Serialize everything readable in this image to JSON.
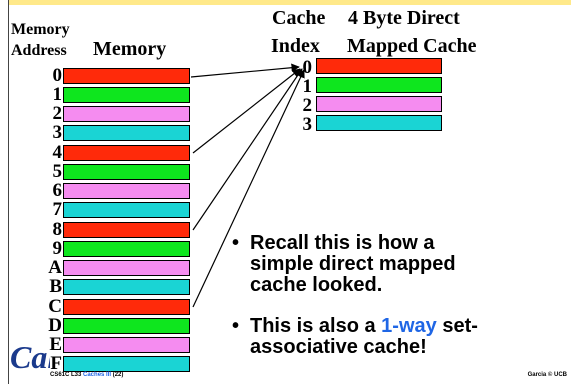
{
  "headings": {
    "memory_address_line1": "Memory",
    "memory_address_line2": "Address",
    "memory": "Memory",
    "cache_index_line1": "Cache",
    "cache_index_line2": "Index",
    "cache_title_line1": "4 Byte Direct",
    "cache_title_line2": "Mapped Cache"
  },
  "memory_addresses": [
    "0",
    "1",
    "2",
    "3",
    "4",
    "5",
    "6",
    "7",
    "8",
    "9",
    "A",
    "B",
    "C",
    "D",
    "E",
    "F"
  ],
  "cache_indices": [
    "0",
    "1",
    "2",
    "3"
  ],
  "colors": {
    "red": "#ff2a0a",
    "green": "#0ee61e",
    "pink": "#f58cf0",
    "cyan": "#1ad4d4",
    "accent": "#1f66e5"
  },
  "bullets": {
    "b1_line1": "Recall this is how a",
    "b1_line2": "simple direct mapped",
    "b1_line3": "cache looked.",
    "b2_line1_pre": "This is also a ",
    "b2_highlight": "1-way",
    "b2_line1_post": " set-",
    "b2_line2": "associative cache!"
  },
  "footer": {
    "course_pre": "CS61C L33 ",
    "course_topic": "Caches III",
    "course_post": " (22)",
    "credit": "Garcia © UCB"
  },
  "logo_text": "Cal"
}
